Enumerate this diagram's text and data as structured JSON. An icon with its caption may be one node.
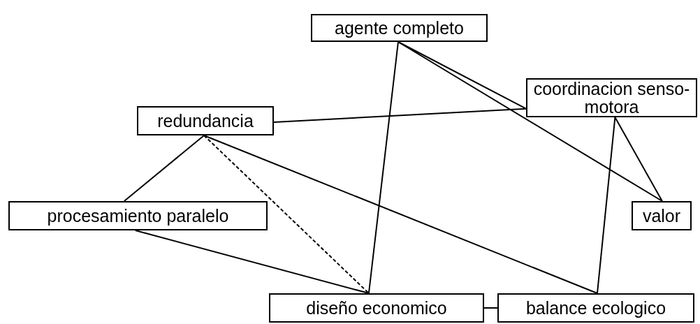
{
  "diagram": {
    "nodes": [
      {
        "text": [
          "agente completo"
        ]
      },
      {
        "text": [
          "coordinacion senso-motora"
        ]
      },
      {
        "text": [
          "redundancia"
        ]
      },
      {
        "text": [
          "procesamiento paralelo"
        ]
      },
      {
        "text": [
          "valor"
        ]
      },
      {
        "text": [
          "diseño economico"
        ]
      },
      {
        "text": [
          "balance ecologico"
        ]
      }
    ],
    "edges": [
      {
        "from": 0,
        "to": 5,
        "arrow": "none"
      },
      {
        "from": 0,
        "to": 1,
        "arrow": "none"
      },
      {
        "from": 0,
        "to": 4,
        "arrow": "none"
      },
      {
        "from": 2,
        "to": 1,
        "arrow": "none"
      },
      {
        "from": 1,
        "to": 4,
        "arrow": "none"
      },
      {
        "from": 1,
        "to": 6,
        "arrow": "none"
      },
      {
        "from": 2,
        "to": 3,
        "arrow": "none"
      },
      {
        "from": 2,
        "to": 5,
        "arrow": "none",
        "style": "dashed"
      },
      {
        "from": 2,
        "to": 6,
        "arrow": "none"
      },
      {
        "from": 3,
        "to": 5,
        "arrow": "none"
      },
      {
        "from": 5,
        "to": 6,
        "arrow": "none"
      }
    ]
  }
}
